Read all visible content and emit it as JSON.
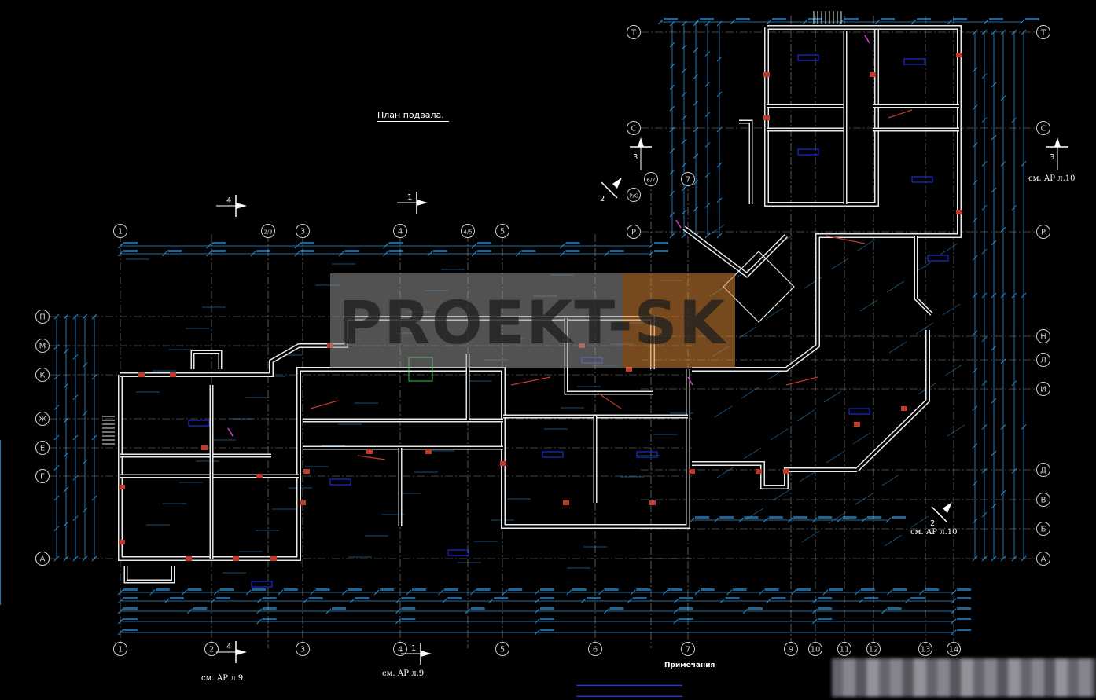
{
  "title": "План подвала.",
  "watermark": "PROEKT-SK",
  "colors": {
    "axis": "#d0d0d0",
    "dimension": "#2b8fd6",
    "wall": "#e8e8e8",
    "accent_red": "#c0392b",
    "room_label": "#2233ff",
    "magenta": "#d040d0"
  },
  "axes": {
    "vertical_bottom": [
      "1",
      "2",
      "3",
      "4",
      "5",
      "6",
      "7",
      "9",
      "10",
      "11",
      "12",
      "13",
      "14"
    ],
    "vertical_top": [
      "1",
      "2/3",
      "3",
      "4",
      "4/5",
      "5"
    ],
    "vertical_top_right": [
      "6/7",
      "7"
    ],
    "horizontal_left": [
      "П",
      "М",
      "К",
      "Ж",
      "Е",
      "Г",
      "А"
    ],
    "horizontal_right": [
      "Т",
      "С",
      "Р",
      "Н",
      "Л",
      "И",
      "Д",
      "В",
      "Б",
      "А"
    ],
    "horizontal_top_left": [
      "Т",
      "С",
      "Р/С",
      "Р"
    ]
  },
  "section_marks": [
    "4",
    "1",
    "3",
    "2",
    "3",
    "2",
    "4",
    "1"
  ],
  "references": [
    "см. АР л.10",
    "см. АР л.10",
    "см. АР л.9",
    "см. АР л.9"
  ],
  "notes": {
    "title": "Примечания"
  }
}
